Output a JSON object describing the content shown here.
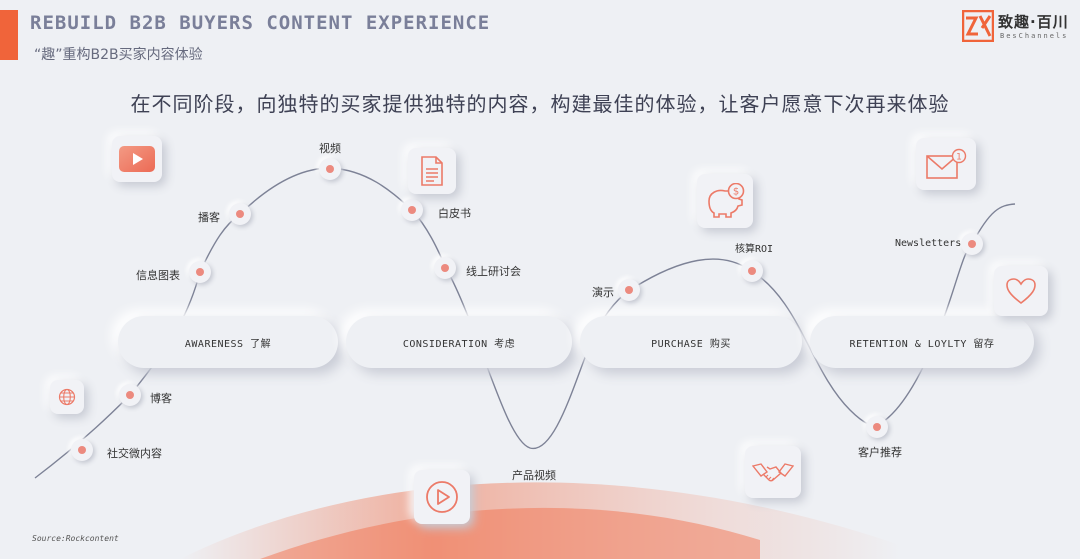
{
  "header": {
    "title": "REBUILD B2B BUYERS CONTENT EXPERIENCE",
    "subtitle": "“趣”重构B2B买家内容体验",
    "headline": "在不同阶段，向独特的买家提供独特的内容，构建最佳的体验，让客户愿意下次再来体验"
  },
  "logo": {
    "text": "致趣·百川",
    "sub": "BesChannels"
  },
  "stages": [
    {
      "label": "AWARENESS 了解"
    },
    {
      "label": "CONSIDERATION 考虑"
    },
    {
      "label": "PURCHASE 购买"
    },
    {
      "label": "RETENTION & LOYLTY 留存"
    }
  ],
  "points": [
    {
      "label": "社交微内容"
    },
    {
      "label": "博客"
    },
    {
      "label": "信息图表"
    },
    {
      "label": "播客"
    },
    {
      "label": "视频"
    },
    {
      "label": "白皮书"
    },
    {
      "label": "线上研讨会"
    },
    {
      "label": "产品视频"
    },
    {
      "label": "演示"
    },
    {
      "label": "核算ROI"
    },
    {
      "label": "客户推荐"
    },
    {
      "label": "Newsletters"
    }
  ],
  "icons": {
    "youtube": "youtube-play-icon",
    "document": "document-icon",
    "piggy": "piggy-bank-dollar-icon",
    "mail": "mail-notification-icon",
    "globe": "globe-icon",
    "heart": "heart-icon",
    "play": "play-circle-icon",
    "handshake": "handshake-icon"
  },
  "colors": {
    "accent": "#f0643a",
    "dot": "#ec8a7f",
    "curve": "#7d8296"
  },
  "source": "Source:Rockcontent"
}
